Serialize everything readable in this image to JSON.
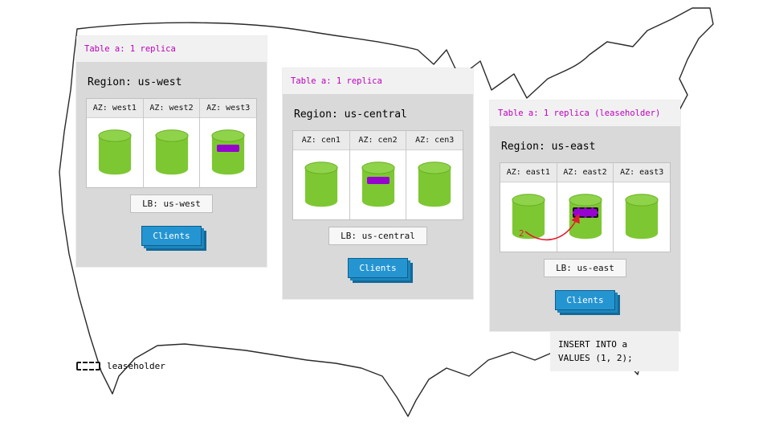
{
  "colors": {
    "table_label": "#bb00bb",
    "replica": "#9603cf",
    "cylinder": "#7dc832",
    "cylinder_top": "#8fd34a",
    "clients": "#2595d2",
    "arrow": "#e11d2e"
  },
  "regions": [
    {
      "table_label": "Table a: 1 replica",
      "region_label": "Region: us-west",
      "azs": [
        {
          "label": "AZ: west1",
          "replica": false,
          "leaseholder": false
        },
        {
          "label": "AZ: west2",
          "replica": false,
          "leaseholder": false
        },
        {
          "label": "AZ: west3",
          "replica": true,
          "leaseholder": false
        }
      ],
      "lb_label": "LB: us-west",
      "clients_label": "Clients"
    },
    {
      "table_label": "Table a: 1 replica",
      "region_label": "Region: us-central",
      "azs": [
        {
          "label": "AZ: cen1",
          "replica": false,
          "leaseholder": false
        },
        {
          "label": "AZ: cen2",
          "replica": true,
          "leaseholder": false
        },
        {
          "label": "AZ: cen3",
          "replica": false,
          "leaseholder": false
        }
      ],
      "lb_label": "LB: us-central",
      "clients_label": "Clients"
    },
    {
      "table_label": "Table a: 1 replica (leaseholder)",
      "region_label": "Region: us-east",
      "azs": [
        {
          "label": "AZ: east1",
          "replica": false,
          "leaseholder": false
        },
        {
          "label": "AZ: east2",
          "replica": true,
          "leaseholder": true
        },
        {
          "label": "AZ: east3",
          "replica": false,
          "leaseholder": false
        }
      ],
      "lb_label": "LB: us-east",
      "clients_label": "Clients"
    }
  ],
  "arrow": {
    "label": "2"
  },
  "note": {
    "lines": [
      "INSERT INTO a",
      "VALUES (1, 2);"
    ]
  },
  "legend": {
    "label": "leaseholder"
  }
}
